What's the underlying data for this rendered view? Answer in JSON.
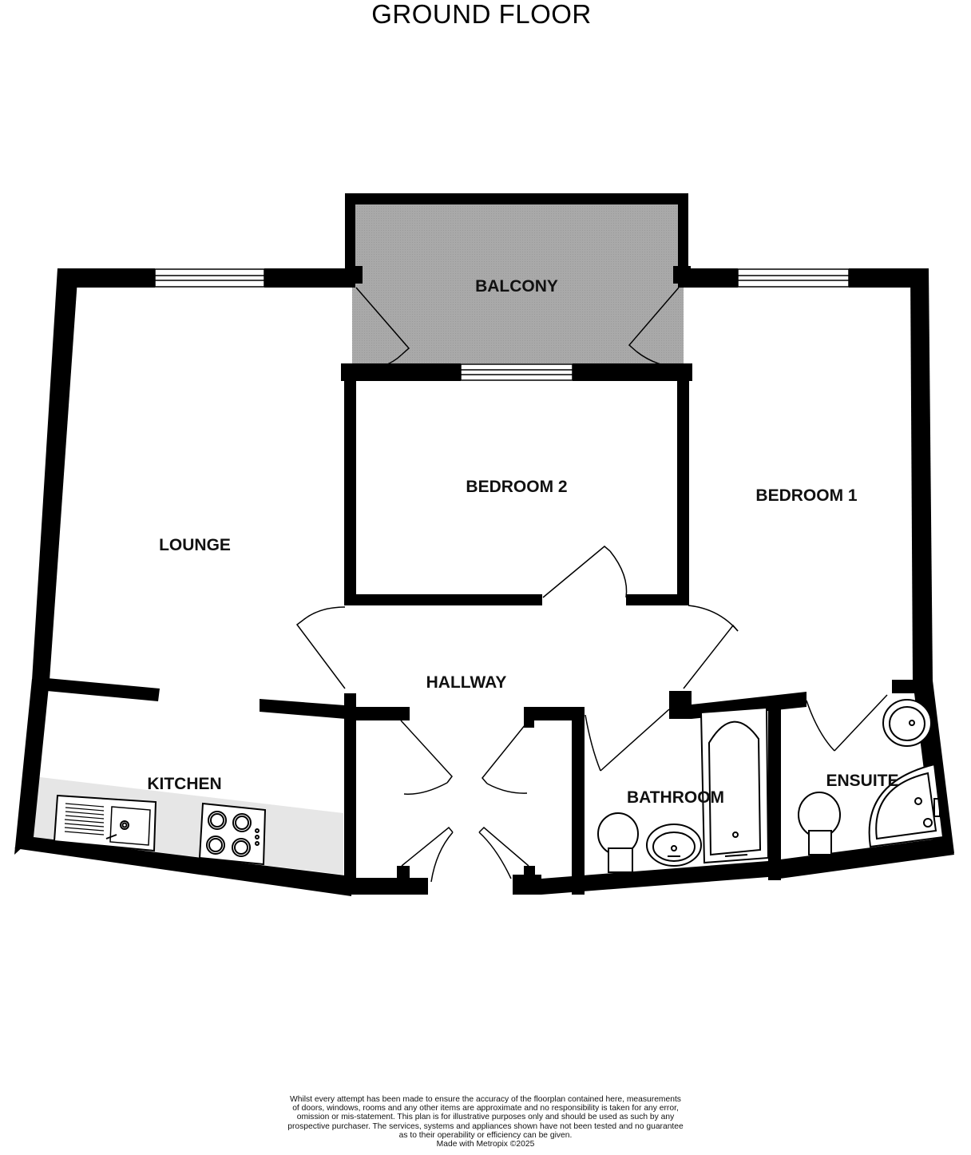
{
  "title": "GROUND FLOOR",
  "rooms": {
    "balcony": "BALCONY",
    "bedroom2": "BEDROOM 2",
    "bedroom1": "BEDROOM 1",
    "lounge": "LOUNGE",
    "hallway": "HALLWAY",
    "kitchen": "KITCHEN",
    "bathroom": "BATHROOM",
    "ensuite": "ENSUITE"
  },
  "disclaimer": [
    "Whilst every attempt has been made to ensure the accuracy of the floorplan contained here, measurements",
    "of doors, windows, rooms and any other items are approximate and no responsibility is taken for any error,",
    "omission or mis-statement. This plan is for illustrative purposes only and should be used as such by any",
    "prospective purchaser. The services, systems and appliances shown have not been tested and no guarantee",
    "as to their operability or efficiency can be given.",
    "Made with Metropix ©2025"
  ],
  "colors": {
    "wall": "#000000",
    "balcony_fill": "#a6a6a6",
    "worktop_fill": "#e6e6e6"
  }
}
